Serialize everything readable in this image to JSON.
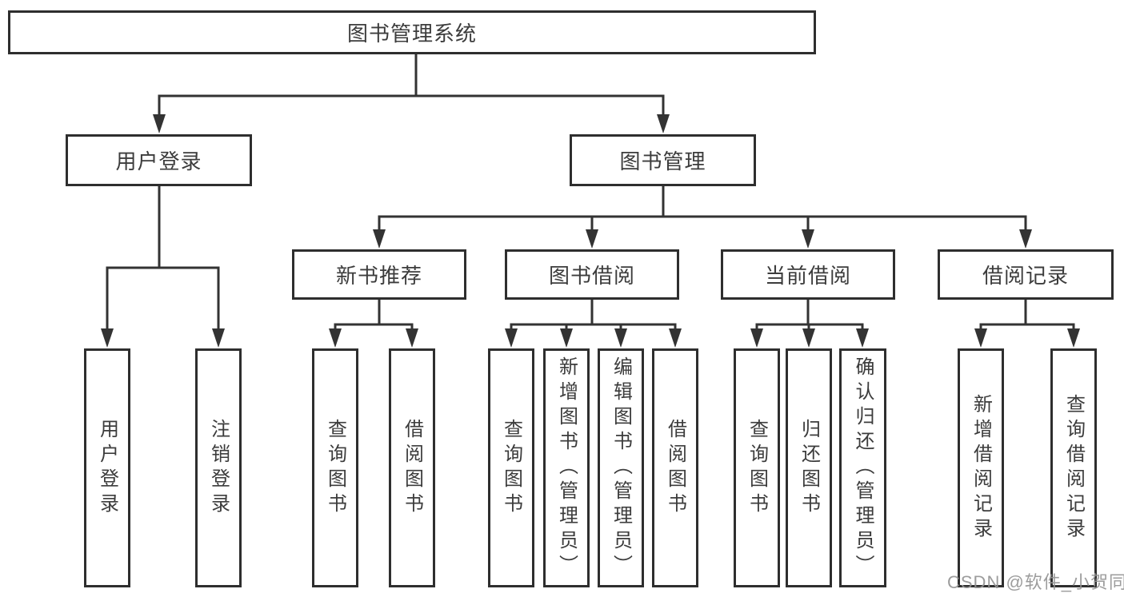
{
  "style": {
    "background": "#ffffff",
    "line_color": "#333333",
    "box_border_color": "#2e2e2e",
    "text_color": "#3c3c3c",
    "watermark_color": "#949494"
  },
  "diagram": {
    "root": {
      "label": "图书管理系统"
    },
    "level2": [
      {
        "label": "用户登录"
      },
      {
        "label": "图书管理"
      }
    ],
    "level3": [
      {
        "label": "新书推荐"
      },
      {
        "label": "图书借阅"
      },
      {
        "label": "当前借阅"
      },
      {
        "label": "借阅记录"
      }
    ],
    "leaves": [
      {
        "label": "用户登录"
      },
      {
        "label": "注销登录"
      },
      {
        "label": "查询图书"
      },
      {
        "label": "借阅图书"
      },
      {
        "label": "查询图书"
      },
      {
        "label": "新增图书（管理员）"
      },
      {
        "label": "编辑图书（管理员）"
      },
      {
        "label": "借阅图书"
      },
      {
        "label": "查询图书"
      },
      {
        "label": "归还图书"
      },
      {
        "label": "确认归还（管理员）"
      },
      {
        "label": "新增借阅记录"
      },
      {
        "label": "查询借阅记录"
      }
    ]
  },
  "watermark": {
    "text": "CSDN @软件_小贺同学"
  }
}
